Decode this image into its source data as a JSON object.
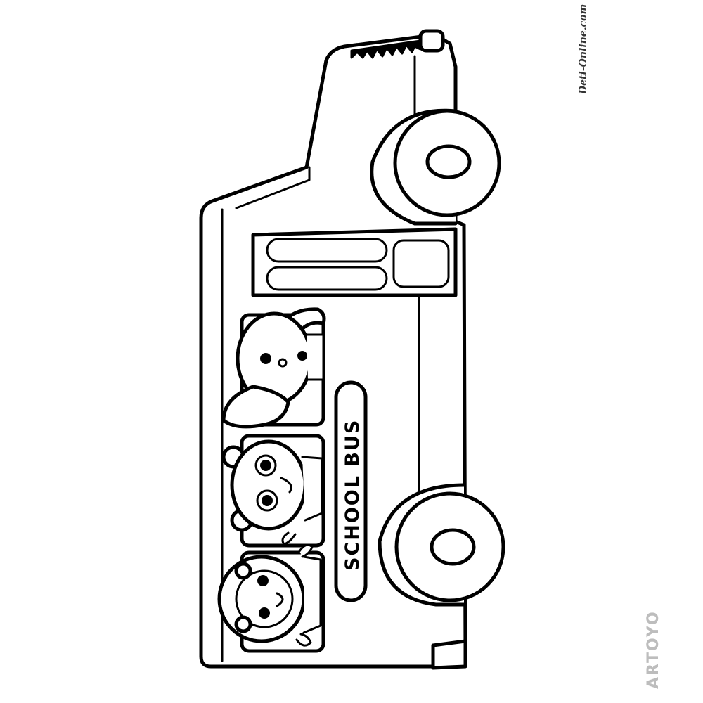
{
  "bus_sign": {
    "text": "SCHOOL BUS"
  },
  "watermarks": {
    "site": "Deti-Online.com",
    "brand": "ARTOYO",
    "brand_accent": "#1e88e5"
  },
  "icons": [
    "school-bus-icon",
    "elephant-icon",
    "bear-icon",
    "lion-icon",
    "wheel-icon"
  ]
}
